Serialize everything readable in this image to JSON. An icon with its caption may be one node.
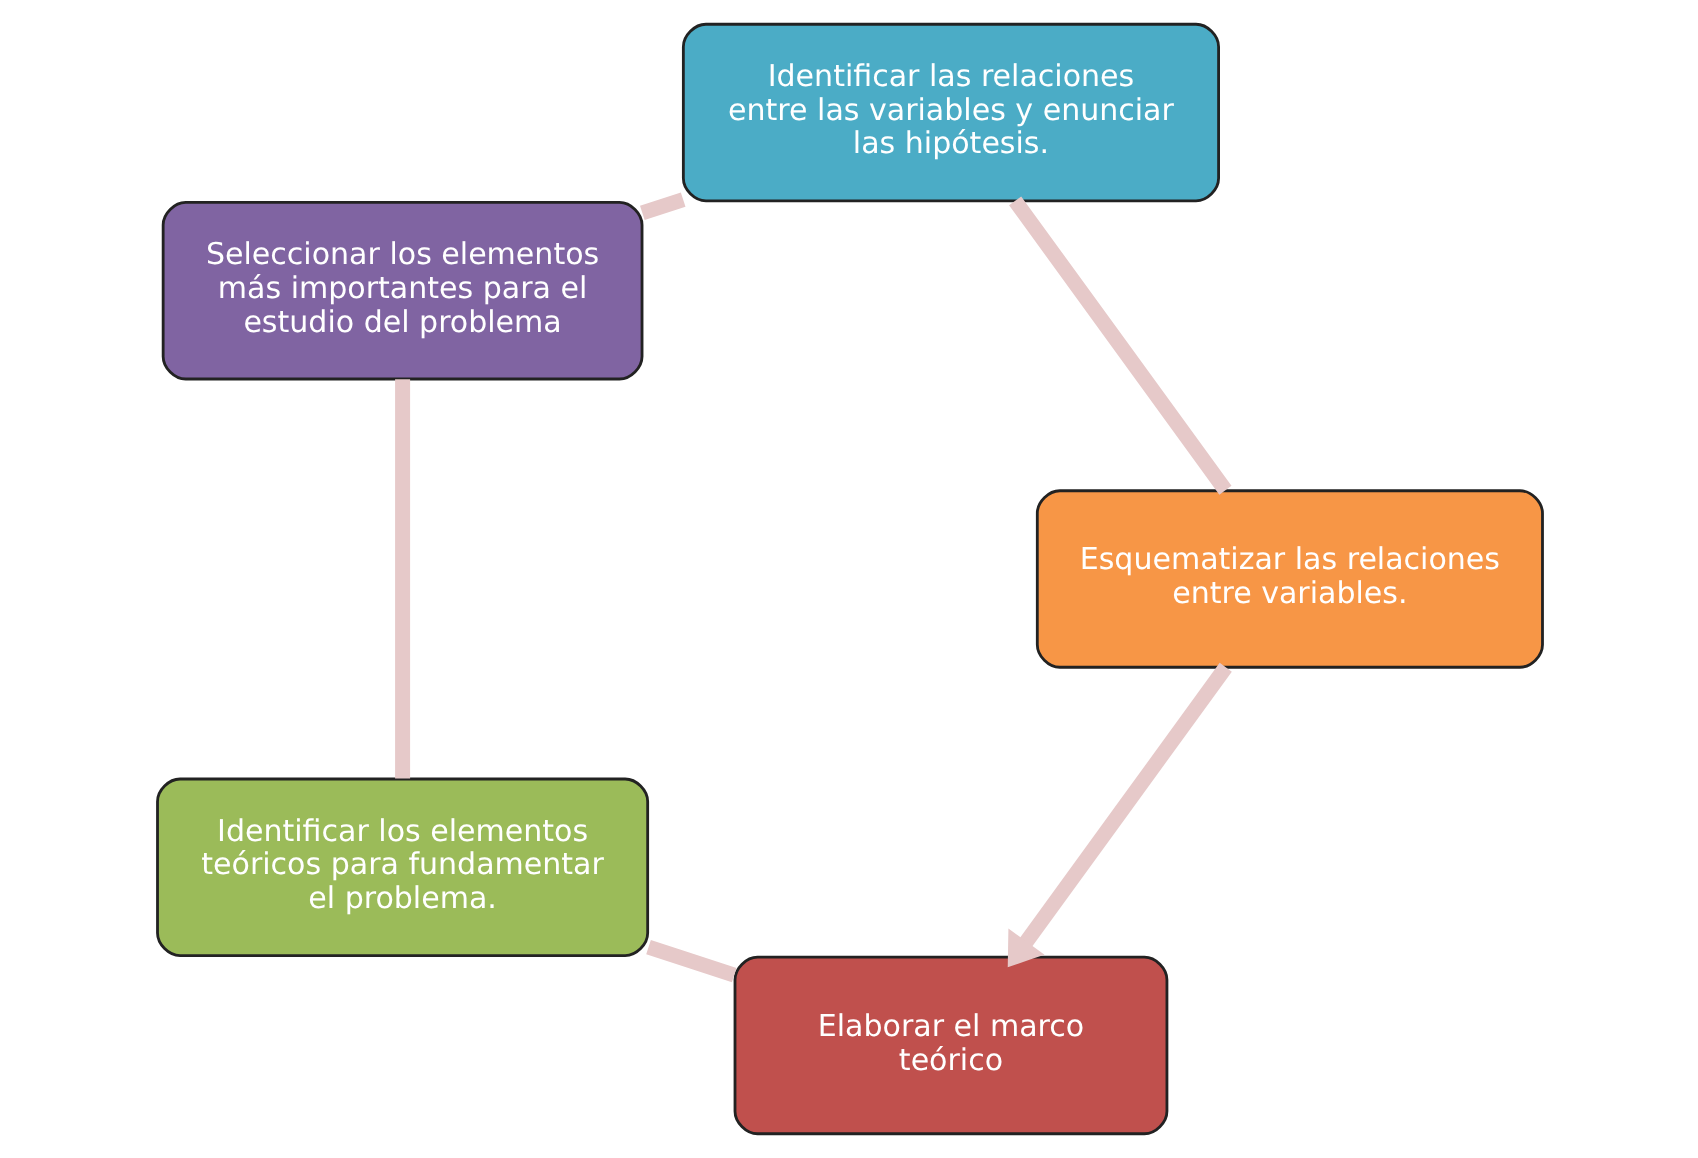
{
  "diagram": {
    "nodes": [
      {
        "text": [
          "Elaborar el marco teórico"
        ]
      },
      {
        "text": [
          "Identificar los elementos teóricos para fundamentar el problema."
        ]
      },
      {
        "text": [
          "Seleccionar los elementos más importantes para el estudio del problema"
        ]
      },
      {
        "text": [
          "Identificar las relaciones entre las variables y enunciar las hipótesis."
        ]
      },
      {
        "text": [
          "Esquematizar las relaciones entre variables."
        ]
      }
    ],
    "edges": [
      {
        "from": 0,
        "to": 1,
        "arrow": "none"
      },
      {
        "from": 1,
        "to": 2,
        "arrow": "none"
      },
      {
        "from": 2,
        "to": 3,
        "arrow": "none"
      },
      {
        "from": 3,
        "to": 4,
        "arrow": "none"
      },
      {
        "from": 4,
        "to": 0,
        "arrow": "to"
      }
    ]
  }
}
